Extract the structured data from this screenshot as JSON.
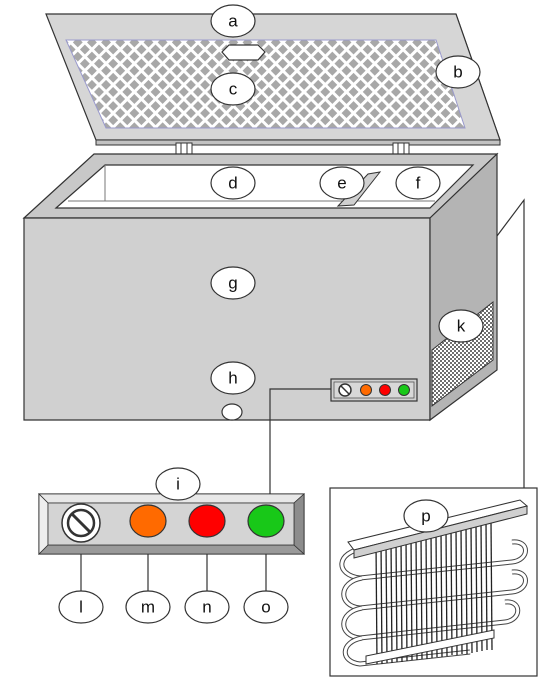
{
  "labels": {
    "a": "a",
    "b": "b",
    "c": "c",
    "d": "d",
    "e": "e",
    "f": "f",
    "g": "g",
    "h": "h",
    "i": "i",
    "k": "k",
    "l": "l",
    "m": "m",
    "n": "n",
    "o": "o",
    "p": "p"
  },
  "colors": {
    "freezer_body": "#d0d0d0",
    "freezer_side": "#b4b4b4",
    "freezer_top": "#c8c8c8",
    "lid_frame": "#d6d6d6",
    "gasket_pattern": "#a8a8a8",
    "vent_pattern": "#6e6e6e",
    "indicator_orange": "#ff6a00",
    "indicator_red": "#ff0000",
    "indicator_green": "#18c818"
  },
  "icons": {
    "thermostat_knob": "knob-icon",
    "lid_handle": "handle-icon",
    "drain_plug": "drain-plug-icon",
    "condenser": "condenser-coil-icon"
  }
}
